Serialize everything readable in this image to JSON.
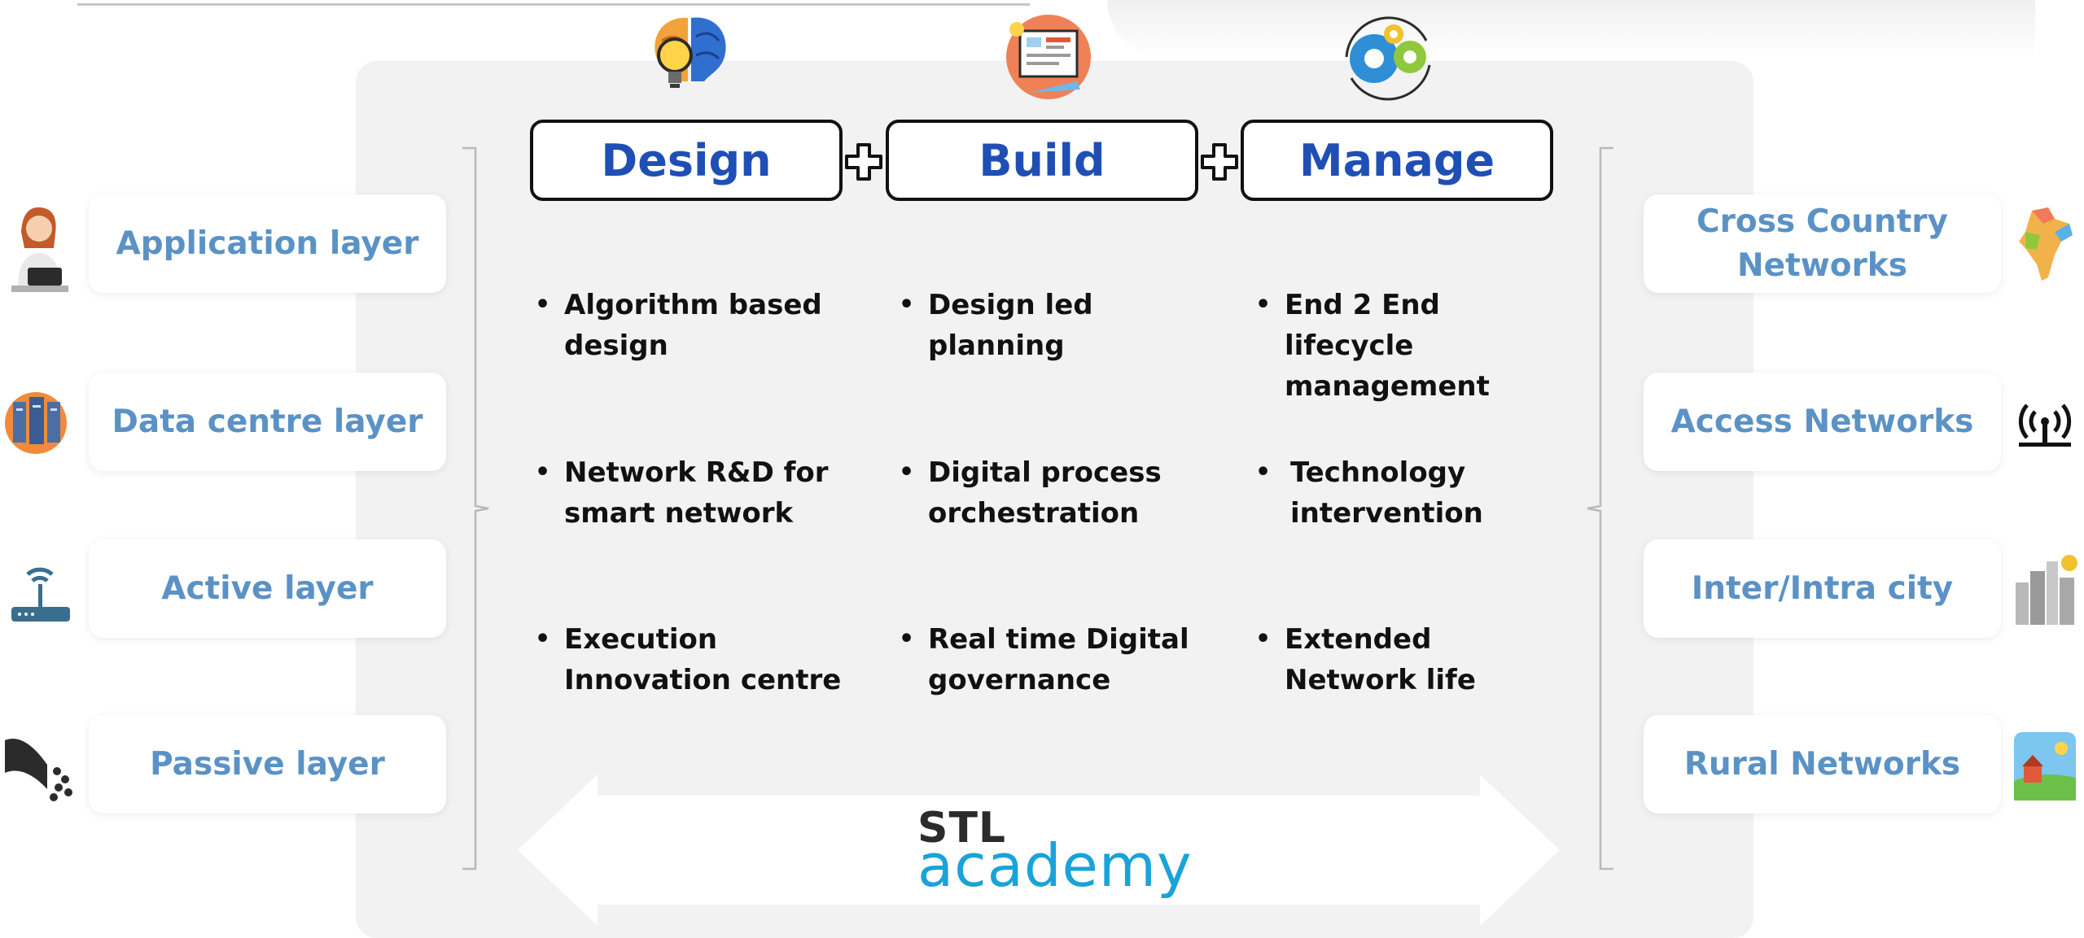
{
  "phases": [
    {
      "label": "Design",
      "icon": "brain-lightbulb-icon"
    },
    {
      "label": "Build",
      "icon": "blueprint-design-icon"
    },
    {
      "label": "Manage",
      "icon": "gears-cycle-icon"
    }
  ],
  "columns": [
    [
      "Algorithm based\ndesign",
      "Network R&D for\nsmart network",
      "Execution\nInnovation centre"
    ],
    [
      "Design led\nplanning",
      "Digital process\norchestration",
      "Real time Digital\ngovernance"
    ],
    [
      "End 2 End\nlifecycle\nmanagement",
      "Technology\nintervention",
      "Extended\nNetwork life"
    ]
  ],
  "bullet_symbol": "•",
  "left_layers": [
    {
      "label": "Application layer",
      "icon": "woman-with-tablet-icon"
    },
    {
      "label": "Data centre layer",
      "icon": "server-rack-icon"
    },
    {
      "label": "Active layer",
      "icon": "wifi-router-icon"
    },
    {
      "label": "Passive layer",
      "icon": "fiber-cable-icon"
    }
  ],
  "right_networks": [
    {
      "label": "Cross Country\nNetworks",
      "icon": "india-map-icon"
    },
    {
      "label": "Access Networks",
      "icon": "antenna-tower-icon"
    },
    {
      "label": "Inter/Intra city",
      "icon": "city-buildings-icon"
    },
    {
      "label": "Rural Networks",
      "icon": "rural-landscape-icon"
    }
  ],
  "logo": {
    "line1": "STL",
    "line2": "academy"
  },
  "colors": {
    "phase_text": "#1f4fb5",
    "layer_text": "#5b92c6",
    "logo_blue": "#1aa3d8",
    "panel": "#f2f2f2"
  }
}
